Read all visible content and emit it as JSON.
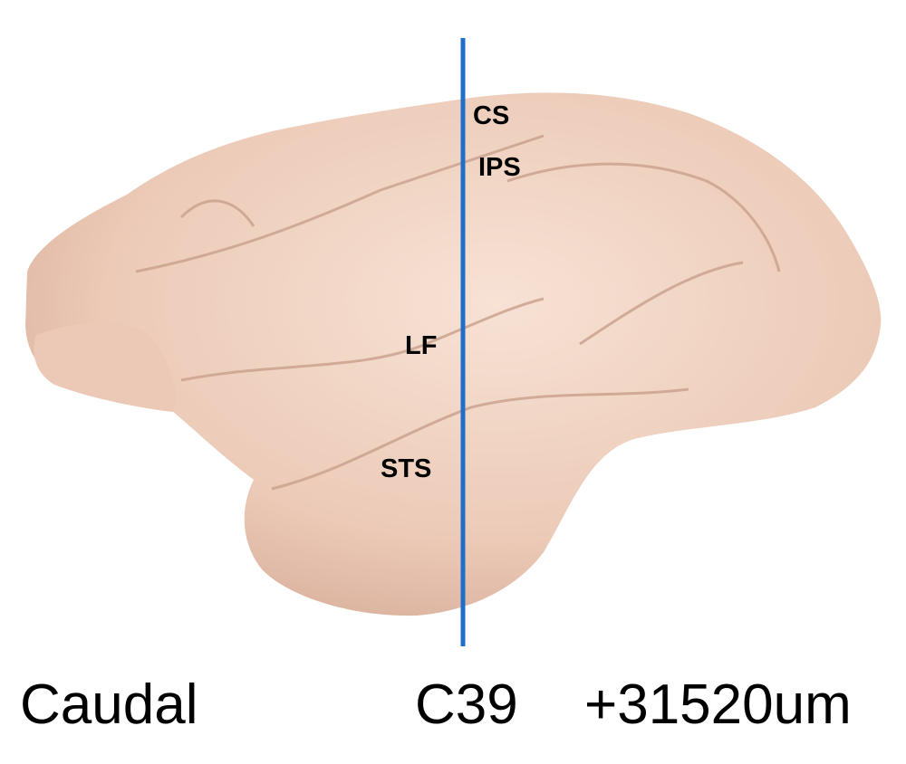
{
  "figure": {
    "labels": {
      "cs": "CS",
      "ips": "IPS",
      "lf": "LF",
      "sts": "STS"
    },
    "caption": {
      "direction": "Caudal",
      "section": "C39",
      "offset": "+31520um"
    },
    "colors": {
      "section_line": "#1f6fc8",
      "tissue": "#f1d6c6"
    }
  }
}
